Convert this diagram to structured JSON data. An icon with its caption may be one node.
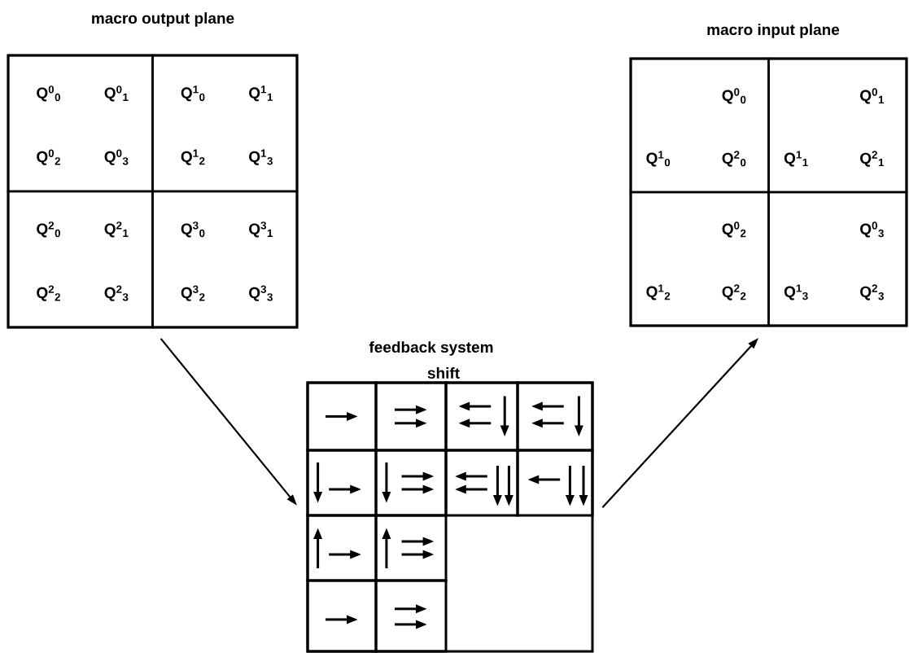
{
  "diagram": {
    "nodes": [
      {
        "text": [
          "macro output plane"
        ]
      },
      {
        "text": [
          "Q$^{0}$$_{0}$",
          "Q$^{0}$$_{1}$",
          "Q$^{0}$$_{2}$",
          "Q$^{0}$$_{3}$"
        ],
        "in": 0
      },
      {
        "text": [
          "Q$^{1}$$_{0}$",
          "Q$^{1}$$_{1}$",
          "Q$^{1}$$_{2}$",
          "Q$^{1}$$_{3}$"
        ],
        "in": 0
      },
      {
        "text": [
          "Q$^{2}$$_{0}$",
          "Q$^{2}$$_{1}$",
          "Q$^{2}$$_{2}$",
          "Q$^{2}$$_{3}$"
        ],
        "in": 0
      },
      {
        "text": [
          "Q$^{3}$$_{0}$",
          "Q$^{3}$$_{1}$",
          "Q$^{3}$$_{2}$",
          "Q$^{3}$$_{3}$"
        ],
        "in": 0
      },
      {
        "text": [
          "macro input plane"
        ]
      },
      {
        "text": [
          "Q$^{0}$$_{0}$",
          "Q$^{1}$$_{0}$",
          "Q$^{2}$$_{0}$"
        ],
        "in": 5
      },
      {
        "text": [
          "Q$^{0}$$_{1}$",
          "Q$^{1}$$_{1}$",
          "Q$^{2}$$_{1}$"
        ],
        "in": 5
      },
      {
        "text": [
          "Q$^{0}$$_{2}$",
          "Q$^{1}$$_{2}$",
          "Q$^{2}$$_{2}$"
        ],
        "in": 5
      },
      {
        "text": [
          "Q$^{0}$$_{3}$",
          "Q$^{1}$$_{3}$",
          "Q$^{2}$$_{3}$"
        ],
        "in": 5
      },
      {
        "text": [
          "feedback system",
          "shift"
        ]
      }
    ],
    "edges": [
      {
        "from": 0,
        "to": 10,
        "arrow": "to"
      },
      {
        "from": 10,
        "to": 5,
        "arrow": "to"
      }
    ]
  }
}
